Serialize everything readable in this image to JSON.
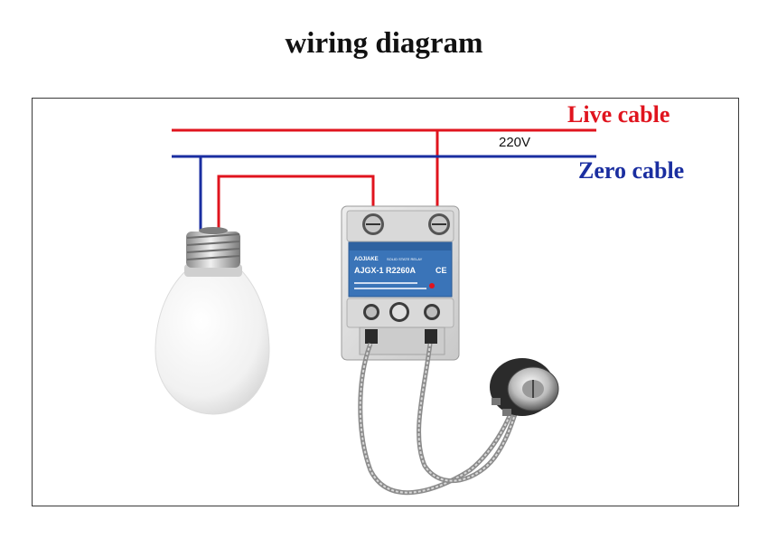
{
  "title": "wiring diagram",
  "labels": {
    "live": "Live cable",
    "zero": "Zero cable",
    "voltage": "220V"
  },
  "relay": {
    "brand": "AOJIAKE",
    "type": "SOLID STATE RELAY",
    "model": "AJGX-1  R2260A",
    "ce": "CE"
  },
  "colors": {
    "live": "#e0141e",
    "zero": "#1a2ea0",
    "relay_blue": "#3a74b8"
  },
  "icons": [
    "light-bulb-icon",
    "solid-state-relay-icon",
    "potentiometer-icon"
  ]
}
